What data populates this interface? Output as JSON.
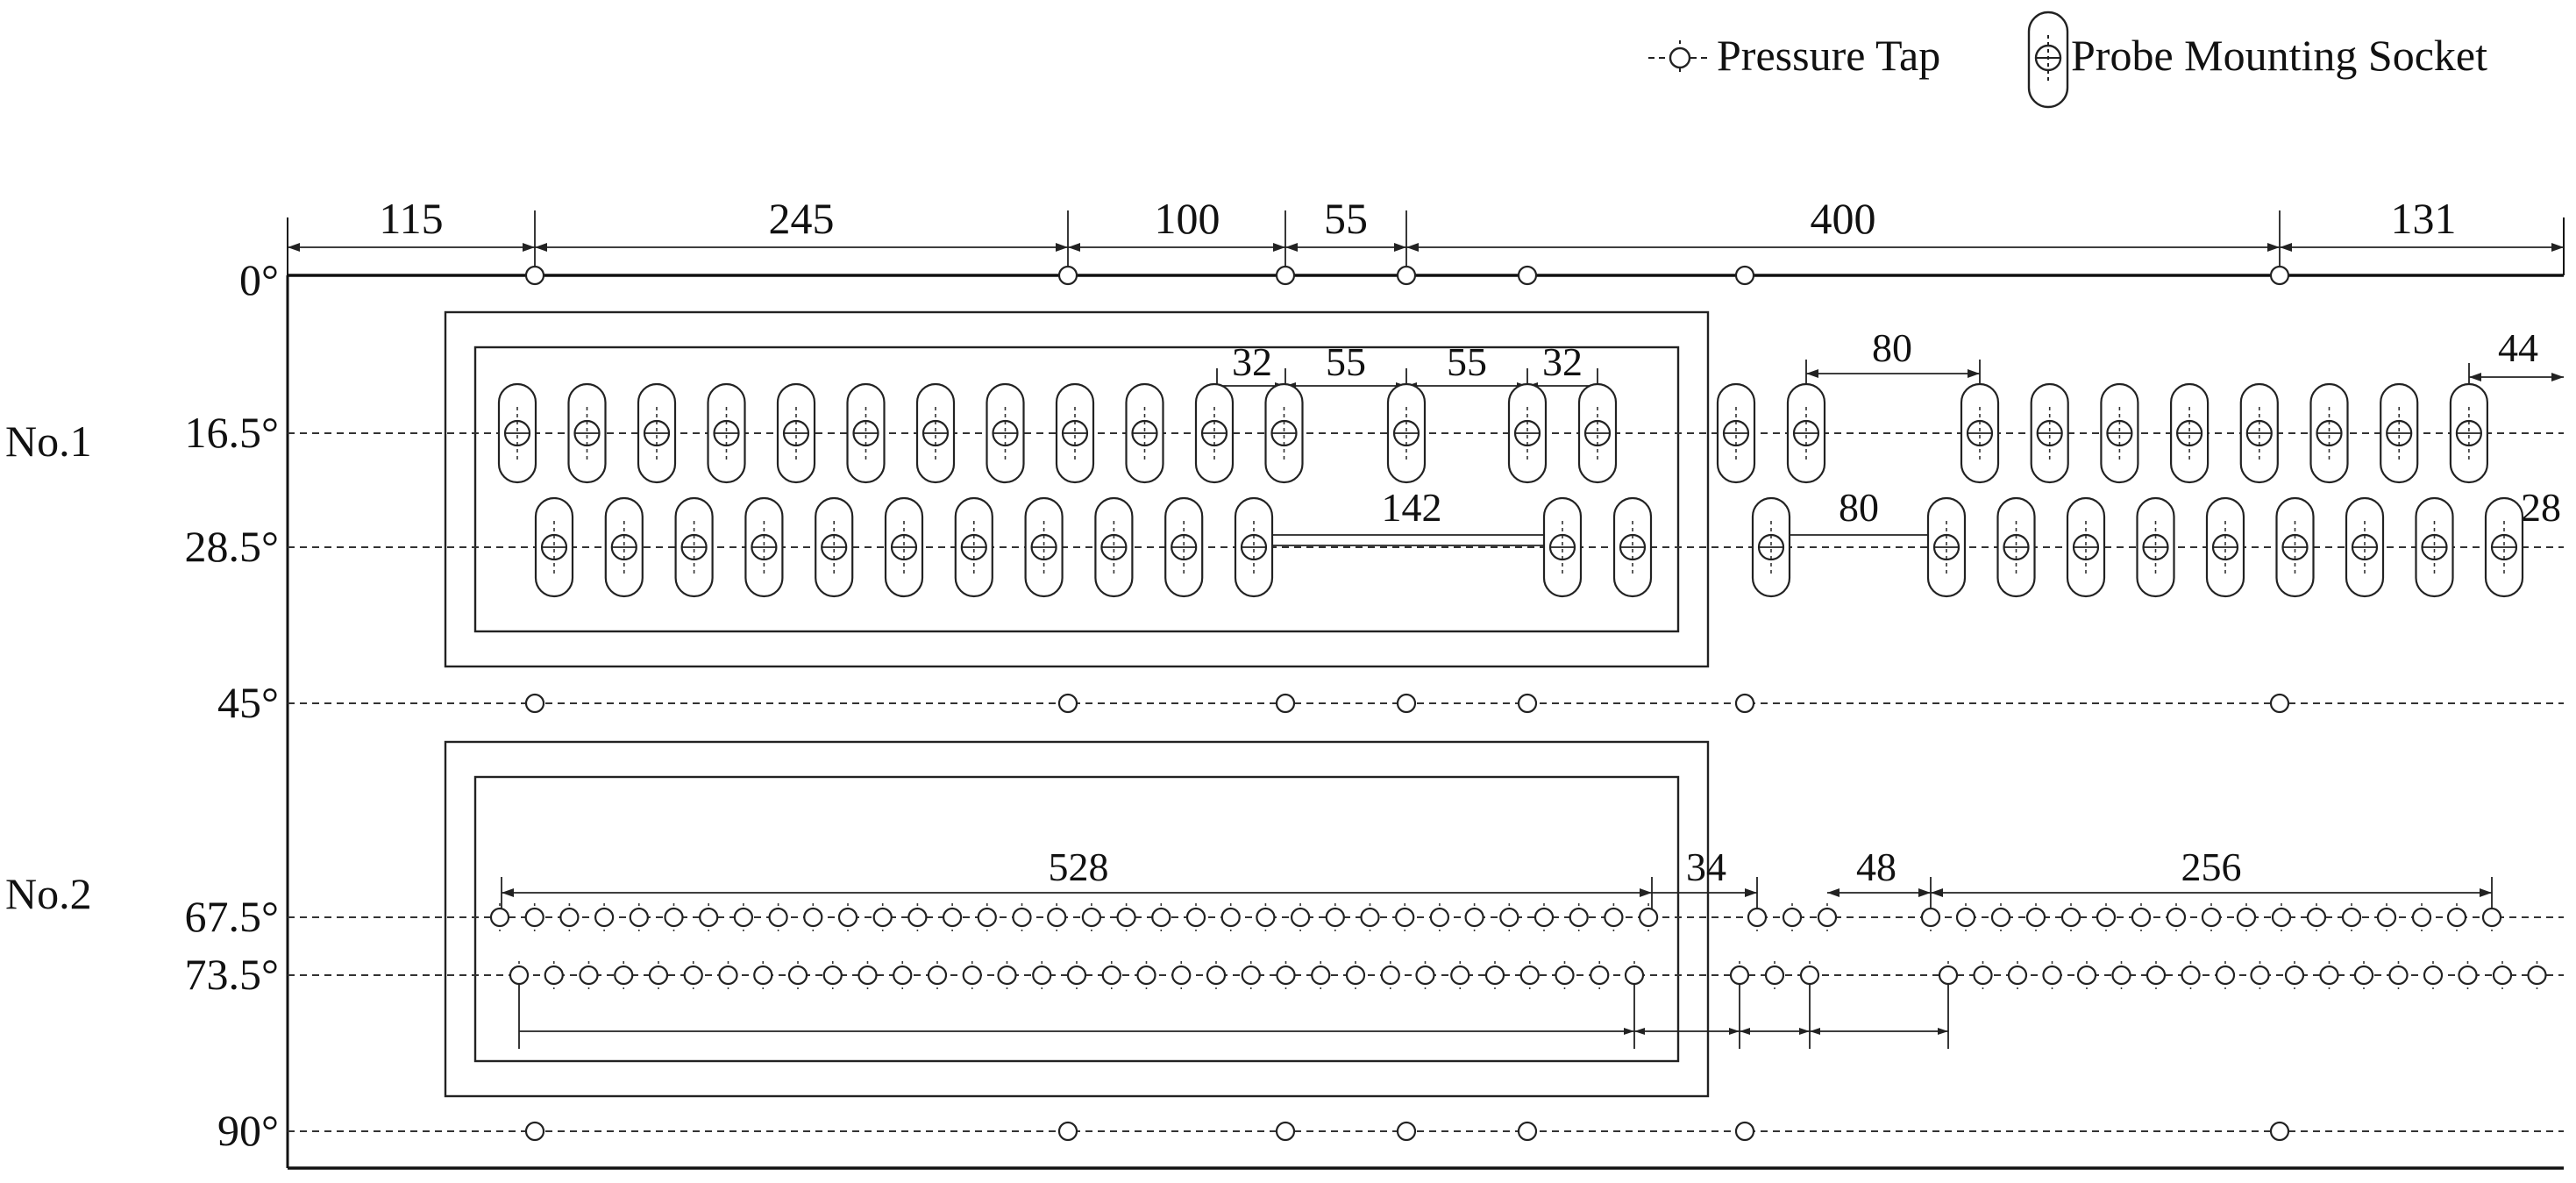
{
  "legend": {
    "pressure_tap_label": "Pressure Tap",
    "probe_socket_label": "Probe Mounting Socket"
  },
  "groups": [
    {
      "label": "No.1"
    },
    {
      "label": "No.2"
    }
  ],
  "rows": [
    {
      "angle": 0,
      "label": "0°"
    },
    {
      "angle": 16.5,
      "label": "16.5°"
    },
    {
      "angle": 28.5,
      "label": "28.5°"
    },
    {
      "angle": 45,
      "label": "45°"
    },
    {
      "angle": 67.5,
      "label": "67.5°"
    },
    {
      "angle": 73.5,
      "label": "73.5°"
    },
    {
      "angle": 90,
      "label": "90°"
    }
  ],
  "top_dimensions": [
    "115",
    "245",
    "100",
    "55",
    "400",
    "131"
  ],
  "no1_dimensions": {
    "row16_5": [
      "32",
      "55",
      "55",
      "32",
      "80",
      "44"
    ],
    "row28_5": [
      "142",
      "80",
      "28"
    ]
  },
  "no2_dimensions": [
    "528",
    "34",
    "48",
    "256"
  ]
}
